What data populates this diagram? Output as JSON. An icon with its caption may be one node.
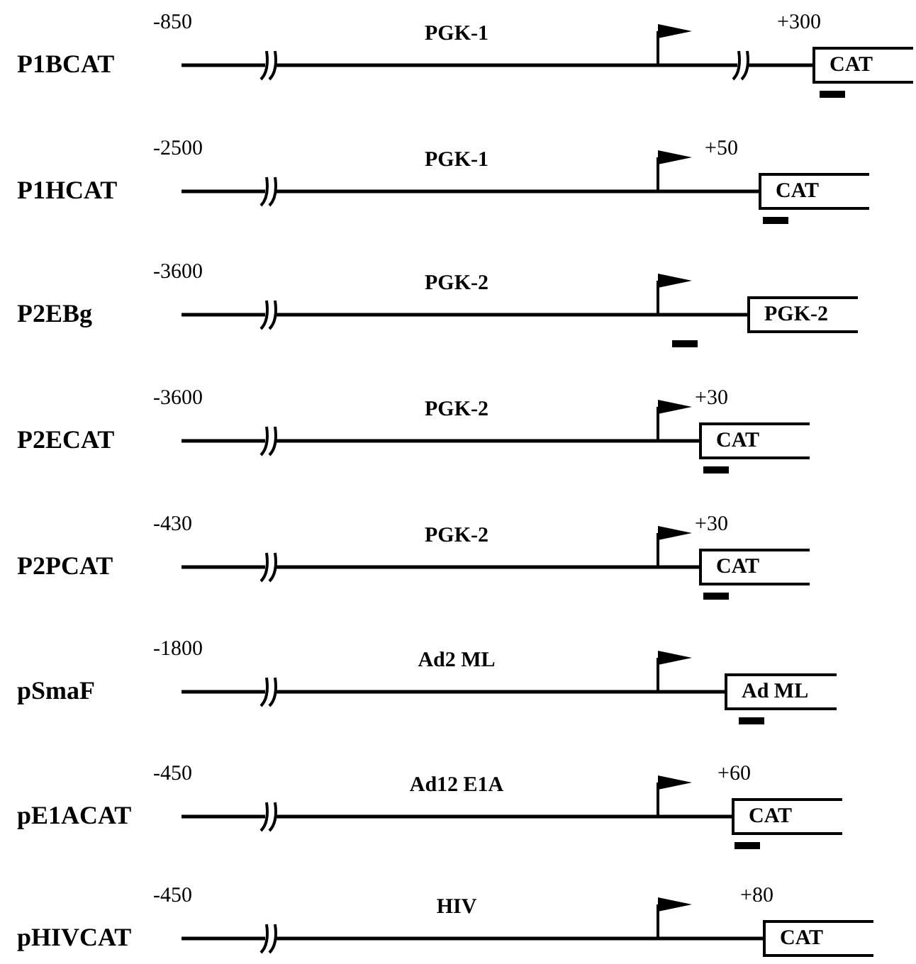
{
  "diagram": {
    "nodes": [
      {
        "text": [
          "CAT"
        ]
      },
      {
        "text": [
          "CAT"
        ]
      },
      {
        "text": [
          "PGK-2"
        ]
      },
      {
        "text": [
          "CAT"
        ]
      },
      {
        "text": [
          "CAT"
        ]
      },
      {
        "text": [
          "Ad ML"
        ]
      },
      {
        "text": [
          "CAT"
        ]
      },
      {
        "text": [
          "CAT"
        ]
      }
    ],
    "labels": [
      "P1BCAT",
      "-850",
      "PGK-1",
      "+300",
      "P1HCAT",
      "-2500",
      "PGK-1",
      "+50",
      "P2EBg",
      "-3600",
      "PGK-2",
      "P2ECAT",
      "-3600",
      "PGK-2",
      "+30",
      "P2PCAT",
      "-430",
      "PGK-2",
      "+30",
      "pSmaF",
      "-1800",
      "Ad2 ML",
      "pE1ACAT",
      "-450",
      "Ad12 E1A",
      "+60",
      "pHIVCAT",
      "-450",
      "HIV",
      "+80"
    ]
  }
}
